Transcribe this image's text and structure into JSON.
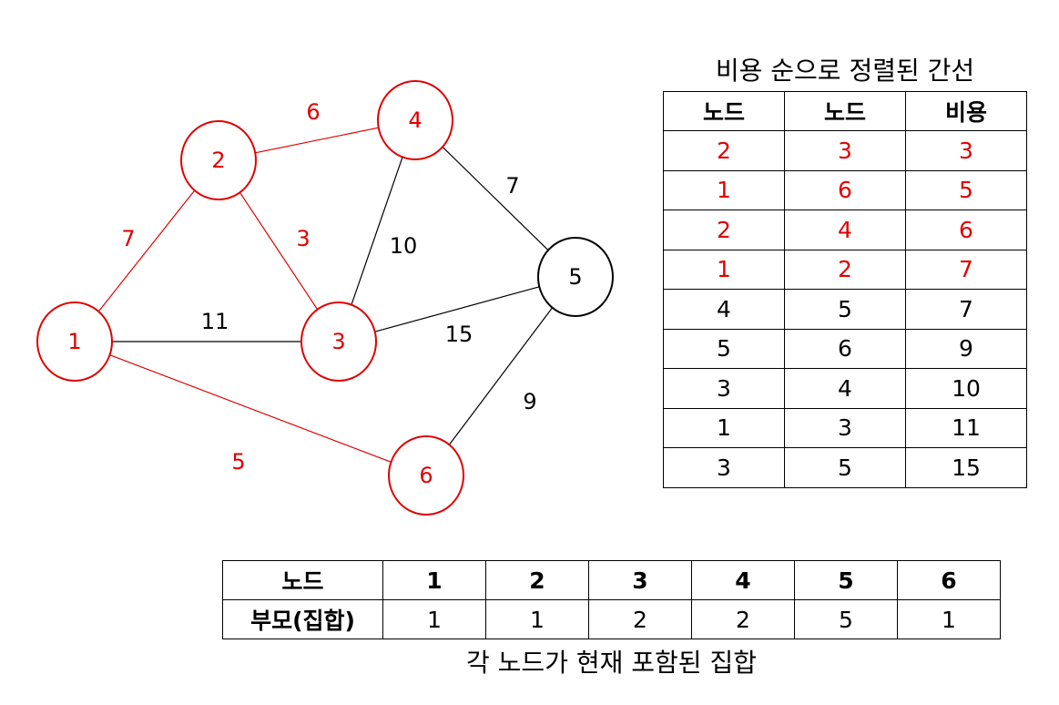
{
  "colors": {
    "selected": "#e00000",
    "normal": "#000000"
  },
  "graph": {
    "nodes": [
      {
        "id": "1",
        "selected": true
      },
      {
        "id": "2",
        "selected": true
      },
      {
        "id": "3",
        "selected": true
      },
      {
        "id": "4",
        "selected": true
      },
      {
        "id": "5",
        "selected": false
      },
      {
        "id": "6",
        "selected": true
      }
    ],
    "edges": [
      {
        "from": "1",
        "to": "2",
        "weight": "7",
        "selected": true
      },
      {
        "from": "2",
        "to": "4",
        "weight": "6",
        "selected": true
      },
      {
        "from": "2",
        "to": "3",
        "weight": "3",
        "selected": true
      },
      {
        "from": "3",
        "to": "4",
        "weight": "10",
        "selected": false
      },
      {
        "from": "4",
        "to": "5",
        "weight": "7",
        "selected": false
      },
      {
        "from": "1",
        "to": "3",
        "weight": "11",
        "selected": false
      },
      {
        "from": "3",
        "to": "5",
        "weight": "15",
        "selected": false
      },
      {
        "from": "1",
        "to": "6",
        "weight": "5",
        "selected": true
      },
      {
        "from": "6",
        "to": "5",
        "weight": "9",
        "selected": false
      }
    ]
  },
  "edge_table": {
    "caption": "비용 순으로 정렬된 간선",
    "headers": [
      "노드",
      "노드",
      "비용"
    ],
    "rows": [
      {
        "cells": [
          "2",
          "3",
          "3"
        ],
        "selected": true
      },
      {
        "cells": [
          "1",
          "6",
          "5"
        ],
        "selected": true
      },
      {
        "cells": [
          "2",
          "4",
          "6"
        ],
        "selected": true
      },
      {
        "cells": [
          "1",
          "2",
          "7"
        ],
        "selected": true
      },
      {
        "cells": [
          "4",
          "5",
          "7"
        ],
        "selected": false
      },
      {
        "cells": [
          "5",
          "6",
          "9"
        ],
        "selected": false
      },
      {
        "cells": [
          "3",
          "4",
          "10"
        ],
        "selected": false
      },
      {
        "cells": [
          "1",
          "3",
          "11"
        ],
        "selected": false
      },
      {
        "cells": [
          "3",
          "5",
          "15"
        ],
        "selected": false
      }
    ]
  },
  "parent_table": {
    "caption": "각 노드가 현재 포함된 집합",
    "header_label": "노드",
    "row_label": "부모(집합)",
    "nodes": [
      "1",
      "2",
      "3",
      "4",
      "5",
      "6"
    ],
    "parents": [
      "1",
      "1",
      "2",
      "2",
      "5",
      "1"
    ]
  }
}
